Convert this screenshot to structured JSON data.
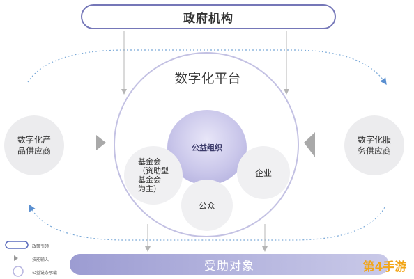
{
  "gov": {
    "label": "政府机构"
  },
  "platform": {
    "title": "数字化平台"
  },
  "nodes": {
    "org": "公益组织",
    "foundation": [
      "基金会",
      "（资助型",
      "基金会",
      "为主）"
    ],
    "enterprise": "企业",
    "public": "公众"
  },
  "providers": {
    "left": [
      "数字化产",
      "品供应商"
    ],
    "right": [
      "数字化服",
      "务供应商"
    ]
  },
  "beneficiary": {
    "label": "受助对象"
  },
  "legend": [
    {
      "icon": "rounded-rect-icon",
      "label": "政策引领"
    },
    {
      "icon": "triangle-icon",
      "label": "技能输入"
    },
    {
      "icon": "circle-icon",
      "label": "公益链条承载"
    }
  ],
  "watermark": {
    "label": "第4手游"
  },
  "colors": {
    "accent": "#7577b8",
    "platform_ring": "#c3c1e3",
    "dotted": "#7aa9d8",
    "bar": "#b0b0de",
    "watermark": "#f2a516"
  }
}
